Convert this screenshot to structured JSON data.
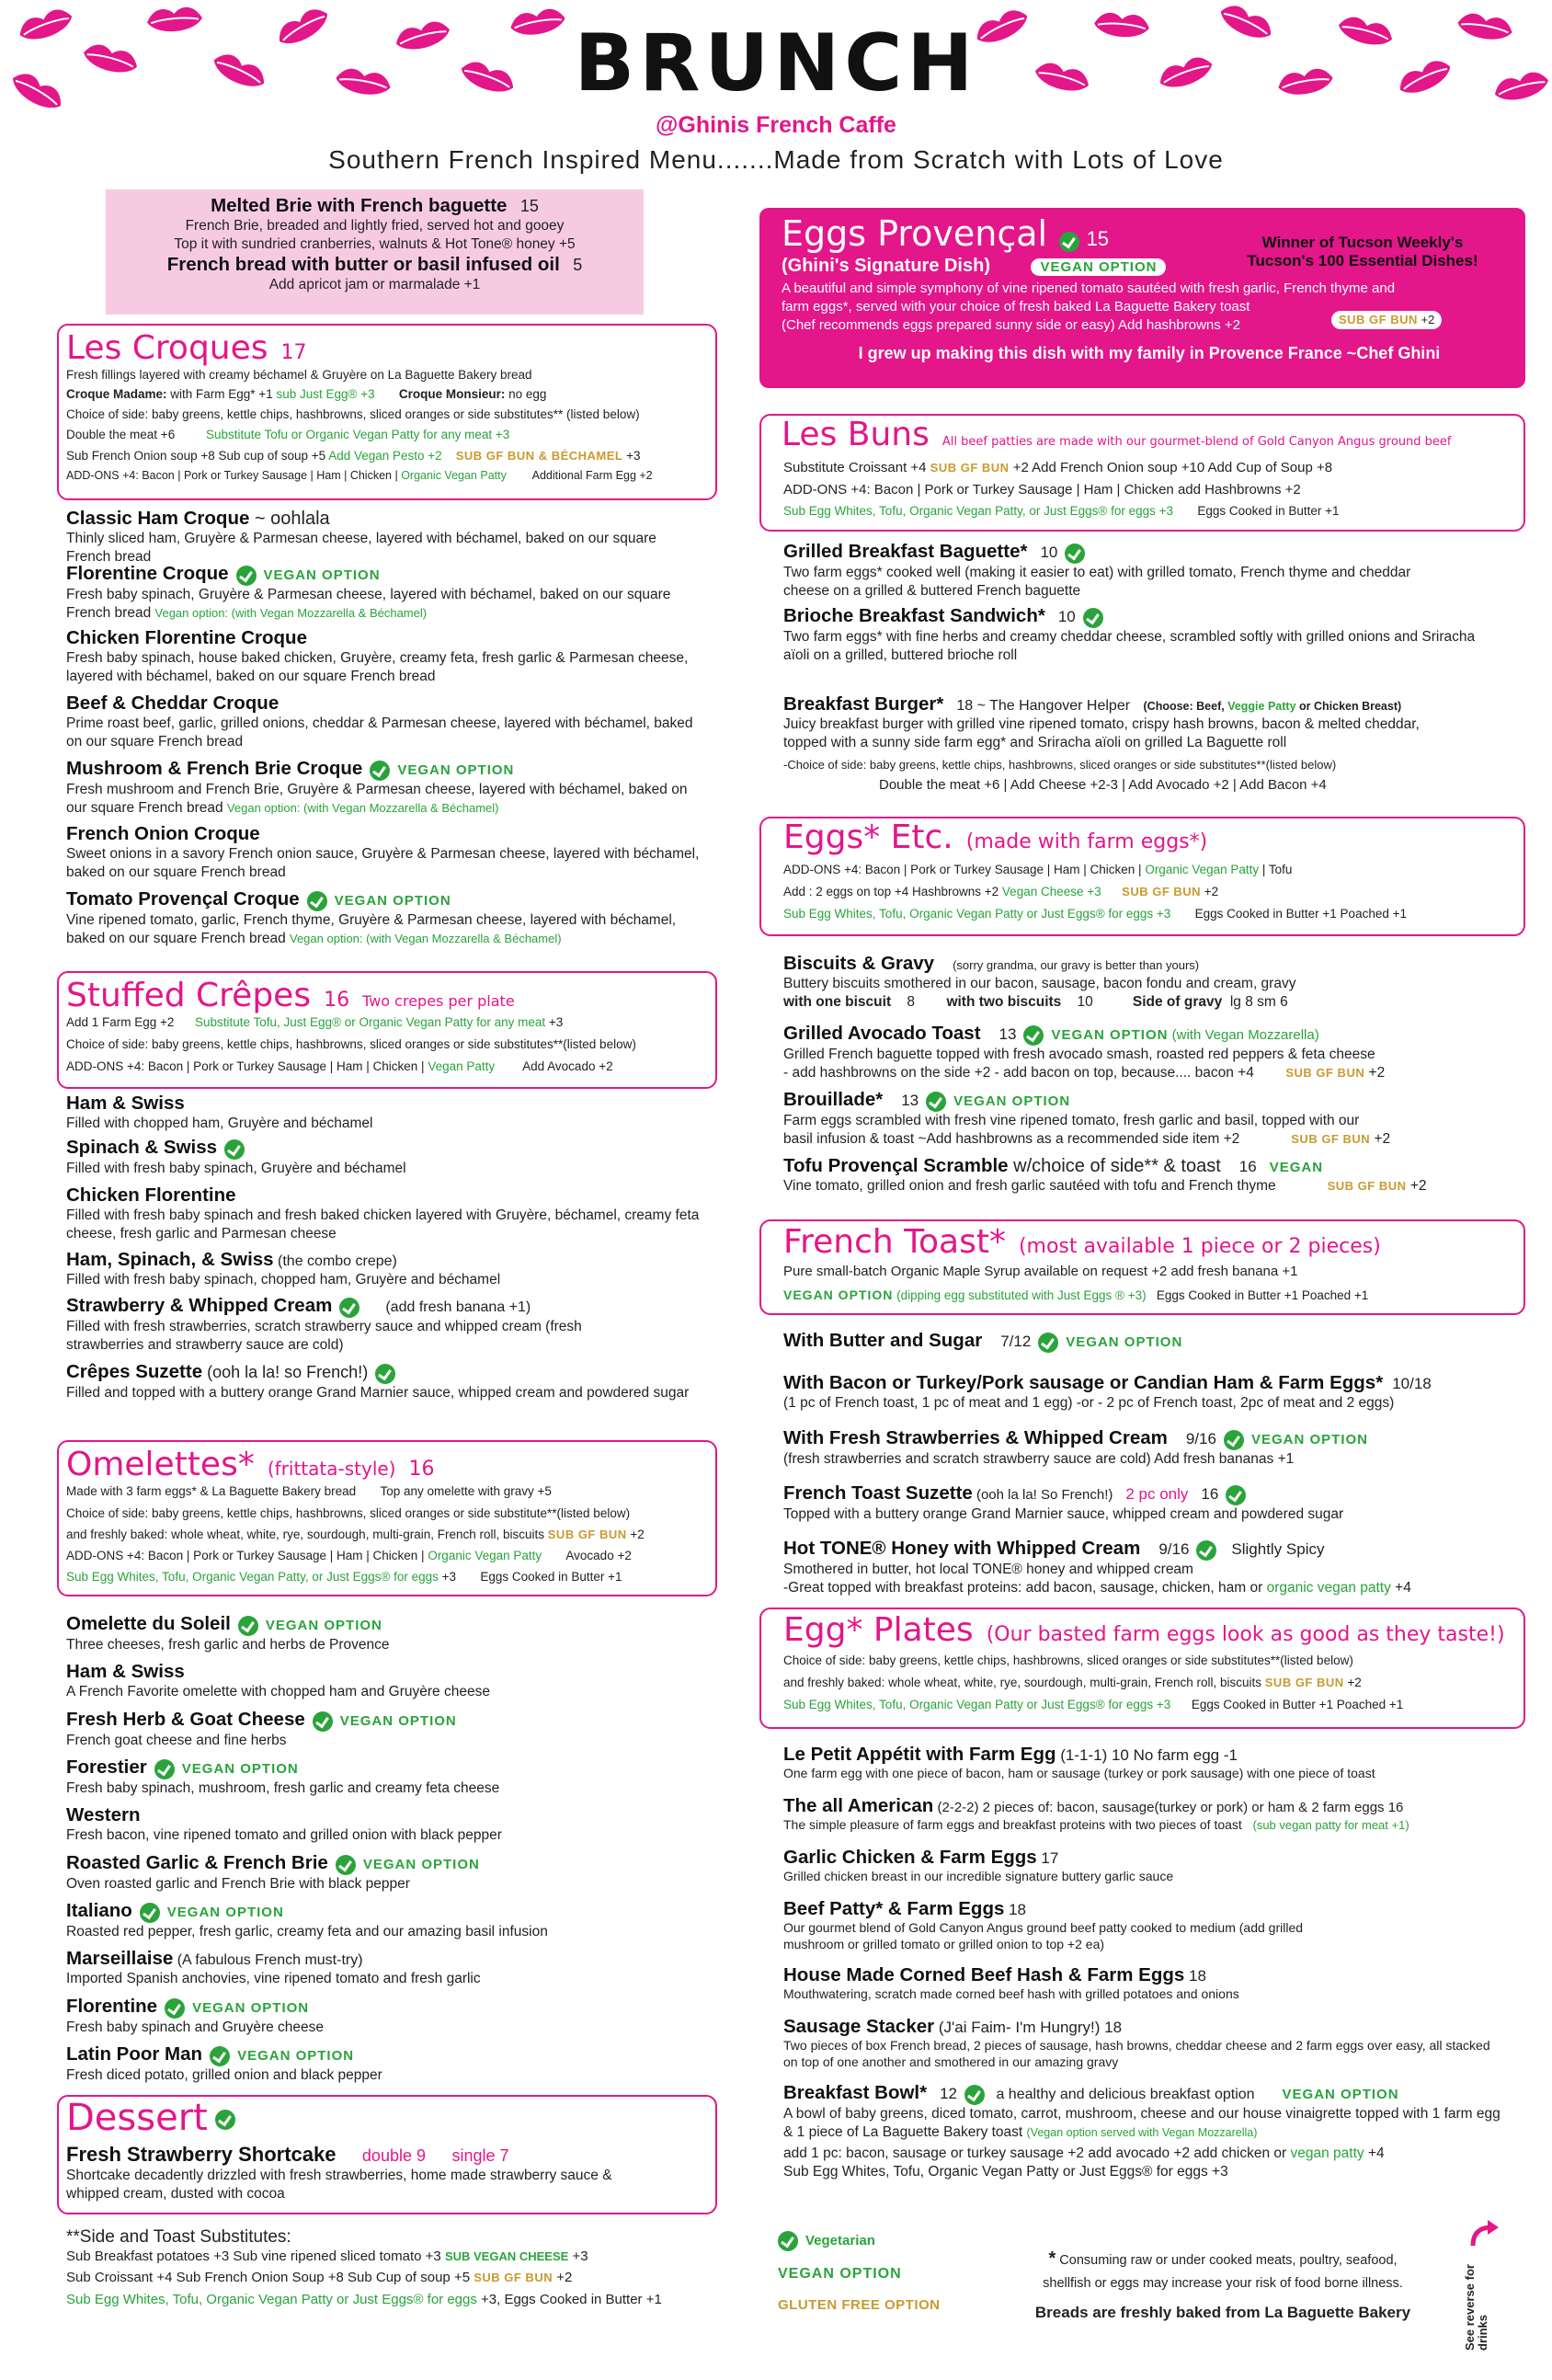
{
  "header": {
    "title": "BRUNCH",
    "subtitle": "@Ghinis French Caffe",
    "tagline": "Southern French Inspired Menu.......Made from Scratch with Lots of Love"
  },
  "colors": {
    "accent": "#e3168a",
    "green": "#2aa33b",
    "gold": "#c99a2e",
    "pink_fill": "#f6cbe2"
  },
  "icons": {
    "vegetarian": "leaf-check-icon",
    "kiss": "lips-icon",
    "reverse": "arrow-icon"
  },
  "starters": {
    "brie_name": "Melted Brie with French baguette",
    "brie_price": "15",
    "brie_desc1": "French Brie, breaded and lightly fried, served hot and gooey",
    "brie_desc2": "Top it with sundried cranberries, walnuts & Hot Tone® honey +5",
    "bread_name": "French bread with butter or basil infused oil",
    "bread_price": "5",
    "bread_desc": "Add apricot jam or marmalade +1"
  },
  "croques": {
    "title": "Les Croques",
    "price": "17",
    "l1": "Fresh fillings layered with creamy béchamel & Gruyère on La Baguette Bakery bread",
    "l2a": "Croque Madame:",
    "l2b": " with Farm Egg* +1 ",
    "l2c": "sub Just Egg® +3",
    "l2d": "Croque Monsieur:",
    "l2e": " no egg",
    "l3": "Choice of side: baby greens, kettle chips, hashbrowns, sliced oranges or side substitutes** (listed below)",
    "l4a": "Double the meat +6",
    "l4b": "Substitute Tofu or Organic Vegan Patty for any meat +3",
    "l5a": "Sub French Onion soup +8    Sub cup of soup +5  ",
    "l5b": "Add Vegan Pesto +2",
    "l5c": "SUB GF BUN & BÉCHAMEL",
    "l5d": " +3",
    "l6a": "ADD-ONS +4: Bacon | Pork or Turkey Sausage | Ham | Chicken | ",
    "l6b": "Organic Vegan Patty",
    "l6c": "Additional Farm Egg +2",
    "items": [
      {
        "name": "Classic Ham Croque",
        "extra": " ~ oohlala",
        "desc": "Thinly sliced ham, Gruyère & Parmesan cheese, layered with béchamel, baked on our square French bread"
      },
      {
        "name": "Florentine Croque",
        "vegan": "VEGAN OPTION",
        "desc": "Fresh baby spinach, Gruyère & Parmesan cheese, layered with béchamel, baked on our square French bread",
        "note": "Vegan option: (with Vegan Mozzarella & Béchamel)"
      },
      {
        "name": "Chicken Florentine Croque",
        "desc": "Fresh baby spinach, house baked chicken, Gruyère, creamy feta, fresh garlic & Parmesan cheese, layered with béchamel, baked on our square French bread"
      },
      {
        "name": "Beef & Cheddar Croque",
        "desc": "Prime roast beef, garlic, grilled onions, cheddar & Parmesan cheese, layered with béchamel, baked on our square French bread"
      },
      {
        "name": "Mushroom & French Brie Croque",
        "vegan": "VEGAN OPTION",
        "desc": "Fresh mushroom and French Brie, Gruyère & Parmesan cheese, layered with béchamel, baked on our square French bread",
        "note": "Vegan option: (with Vegan Mozzarella & Béchamel)"
      },
      {
        "name": "French Onion Croque",
        "desc": "Sweet onions in a savory French onion sauce, Gruyère & Parmesan cheese, layered with béchamel, baked on our square French bread"
      },
      {
        "name": "Tomato Provençal Croque",
        "vegan": "VEGAN OPTION",
        "desc": "Vine ripened tomato, garlic, French thyme, Gruyère & Parmesan cheese, layered with béchamel, baked on our square French bread",
        "note": "Vegan option: (with Vegan Mozzarella & Béchamel)"
      }
    ]
  },
  "crepes": {
    "title": "Stuffed Crêpes",
    "price": "16",
    "note": "Two crepes per plate",
    "l1a": "Add 1 Farm Egg +2",
    "l1b": "Substitute Tofu, Just Egg® or  Organic Vegan Patty for any meat",
    "l1c": " +3",
    "l2": "Choice of side: baby greens, kettle chips, hashbrowns, sliced oranges or side substitutes**(listed below)",
    "l3a": "ADD-ONS +4: Bacon | Pork or Turkey Sausage | Ham | Chicken | ",
    "l3b": "Vegan Patty",
    "l3c": "Add Avocado +2",
    "items": [
      {
        "name": "Ham & Swiss",
        "desc": "Filled with chopped ham, Gruyère and béchamel"
      },
      {
        "name": "Spinach & Swiss",
        "desc": "Filled with fresh baby spinach, Gruyère and béchamel"
      },
      {
        "name": "Chicken Florentine",
        "desc": "Filled with fresh baby spinach and fresh baked chicken layered with Gruyère, béchamel, creamy feta cheese, fresh garlic and Parmesan cheese"
      },
      {
        "name": "Ham, Spinach, & Swiss",
        "extra": " (the combo crepe)",
        "desc": "Filled with fresh baby spinach, chopped ham, Gruyère and béchamel"
      },
      {
        "name": "Strawberry & Whipped Cream",
        "extra": "(add fresh banana +1)",
        "desc": "Filled with fresh strawberries, scratch strawberry sauce and whipped cream (fresh strawberries and strawberry sauce are cold)"
      },
      {
        "name": "Crêpes Suzette",
        "extra": " (ooh la la! so French!)",
        "desc": "Filled and topped with a buttery orange Grand Marnier sauce, whipped cream and powdered sugar"
      }
    ]
  },
  "omelettes": {
    "title": "Omelettes*",
    "sub": "(frittata-style)",
    "price": "16",
    "l1a": "Made with 3 farm eggs* & La Baguette Bakery bread",
    "l1b": "Top any omelette with gravy  +5",
    "l2": "Choice of side: baby greens, kettle chips, hashbrowns, sliced oranges or side substitute**(listed below)",
    "l3a": "and freshly baked: whole wheat, white, rye, sourdough, multi-grain, French roll, biscuits ",
    "l3b": "SUB GF BUN",
    "l3c": " +2",
    "l4a": "ADD-ONS +4: Bacon | Pork or Turkey Sausage | Ham | Chicken | ",
    "l4b": "Organic Vegan Patty",
    "l4c": "Avocado +2",
    "l5a": "Sub Egg Whites, Tofu, Organic Vegan Patty, or Just Eggs® for eggs",
    "l5b": " +3",
    "l5c": "Eggs Cooked in Butter +1",
    "items": [
      {
        "name": "Omelette du Soleil",
        "vegan": "VEGAN OPTION",
        "desc": "Three cheeses, fresh garlic and herbs de Provence"
      },
      {
        "name": "Ham & Swiss",
        "desc": "A French Favorite omelette with chopped ham and Gruyère cheese"
      },
      {
        "name": "Fresh Herb & Goat Cheese",
        "vegan": "VEGAN OPTION",
        "desc": "French goat cheese and fine herbs"
      },
      {
        "name": "Forestier",
        "vegan": "VEGAN OPTION",
        "desc": "Fresh baby spinach, mushroom, fresh garlic and creamy feta cheese"
      },
      {
        "name": "Western",
        "desc": "Fresh bacon, vine ripened tomato and grilled onion with black pepper"
      },
      {
        "name": "Roasted Garlic & French Brie",
        "vegan": "VEGAN OPTION",
        "desc": "Oven roasted garlic and French Brie with black pepper"
      },
      {
        "name": "Italiano",
        "vegan": "VEGAN OPTION",
        "desc": "Roasted red pepper, fresh garlic, creamy feta and our amazing basil infusion"
      },
      {
        "name": "Marseillaise",
        "extra": " (A fabulous French must-try)",
        "desc": "Imported Spanish anchovies, vine ripened tomato and fresh garlic"
      },
      {
        "name": "Florentine",
        "vegan": "VEGAN OPTION",
        "desc": "Fresh baby spinach and Gruyère cheese"
      },
      {
        "name": "Latin Poor Man",
        "vegan": "VEGAN OPTION",
        "desc": "Fresh diced potato, grilled onion and black pepper"
      }
    ]
  },
  "dessert": {
    "title": "Dessert",
    "name": "Fresh Strawberry Shortcake",
    "double": "double  9",
    "single": "single  7",
    "desc": "Shortcake decadently drizzled with fresh strawberries, home made strawberry sauce & whipped cream, dusted with cocoa"
  },
  "substitutes": {
    "title": "**Side and Toast Substitutes:",
    "l1a": "Sub Breakfast potatoes +3    Sub vine ripened sliced tomato +3  ",
    "l1b": "SUB VEGAN CHEESE",
    "l1c": " +3",
    "l2a": "Sub Croissant +4    Sub French Onion Soup +8    Sub Cup of soup +5  ",
    "l2b": "SUB GF BUN",
    "l2c": " +2",
    "l3a": "Sub Egg Whites, Tofu, Organic Vegan Patty or Just Eggs® for eggs",
    "l3b": " +3,  Eggs Cooked in Butter +1"
  },
  "provencal": {
    "title": "Eggs Provençal",
    "price": "15",
    "sig": "(Ghini's Signature Dish)",
    "vegan": "VEGAN OPTION",
    "award1": "Winner of Tucson Weekly's",
    "award2": "Tucson's 100 Essential Dishes!",
    "d1": "A beautiful and simple symphony of vine ripened tomato sautéed with fresh garlic, French thyme and",
    "d2": "farm eggs*, served with your choice of fresh baked La Baguette Bakery toast",
    "d3": "(Chef recommends eggs prepared sunny side or easy)         Add hashbrowns +2",
    "gf": "SUB GF BUN",
    "gfp": " +2",
    "quote": "I grew up making this dish with my family in Provence France ~Chef Ghini"
  },
  "buns": {
    "title": "Les Buns",
    "note": "All beef patties are made with our gourmet-blend of Gold Canyon Angus ground beef",
    "l1a": "Substitute Croissant +4  ",
    "l1b": "SUB GF BUN",
    "l1c": " +2    Add French Onion soup +10    Add Cup of Soup +8",
    "l2": "ADD-ONS +4:  Bacon | Pork or Turkey Sausage | Ham | Chicken      add Hashbrowns +2",
    "l3a": "Sub Egg Whites, Tofu, Organic Vegan Patty, or Just Eggs® for eggs +3",
    "l3b": "Eggs Cooked in Butter +1",
    "items": [
      {
        "name": "Grilled Breakfast Baguette*",
        "price": "10",
        "desc": "Two farm eggs* cooked well (making it easier to eat) with grilled tomato, French thyme and cheddar cheese on a grilled & buttered French baguette"
      },
      {
        "name": "Brioche Breakfast Sandwich*",
        "price": "10",
        "desc": "Two farm eggs* with fine herbs and creamy cheddar cheese, scrambled softly with grilled onions and Sriracha aïoli on a grilled, buttered brioche roll"
      },
      {
        "name": "Breakfast Burger*",
        "price": "18 ~ The Hangover Helper",
        "choose": "(Choose: Beef, ",
        "chooseg": "Veggie Patty",
        "choose2": " or Chicken Breast)",
        "desc": "Juicy breakfast burger with grilled vine ripened tomato, crispy hash browns, bacon & melted cheddar, topped with a sunny side farm egg* and Sriracha aïoli on grilled La Baguette roll",
        "side": "-Choice of side: baby greens, kettle chips, hashbrowns, sliced oranges or side substitutes**(listed below)",
        "extra": "Double the meat +6 | Add Cheese +2-3 | Add Avocado +2 | Add Bacon +4"
      }
    ]
  },
  "eggsetc": {
    "title": "Eggs* Etc.",
    "sub": "(made with farm eggs*)",
    "l1a": "ADD-ONS +4:  Bacon | Pork or Turkey Sausage | Ham | Chicken | ",
    "l1b": "Organic Vegan Patty",
    "l1c": " | Tofu",
    "l2a": "Add :    2 eggs on top +4      Hashbrowns +2      ",
    "l2b": "Vegan Cheese +3",
    "l2c": "SUB GF BUN",
    "l2d": " +2",
    "l3a": "Sub Egg Whites, Tofu, Organic Vegan Patty or Just Eggs® for eggs +3",
    "l3b": "Eggs Cooked in Butter +1      Poached +1",
    "biscuits": "Biscuits & Gravy",
    "bnote": "(sorry grandma, our gravy is better than yours)",
    "bdesc": "Buttery biscuits smothered in our bacon, sausage, bacon fondu and cream, gravy",
    "b1": "with one biscuit",
    "b1p": "8",
    "b2": "with two biscuits",
    "b2p": "10",
    "b3": "Side of gravy",
    "b3p": "lg 8  sm 6",
    "avocado": "Grilled Avocado Toast",
    "avp": "13",
    "avv": "VEGAN OPTION",
    "avvn": " (with Vegan Mozzarella)",
    "avd1": "Grilled French baguette topped with fresh avocado smash, roasted red peppers & feta cheese",
    "avd2": "- add hashbrowns on the side +2     - add bacon on top, because.... bacon +4",
    "avgf": "SUB GF BUN",
    "avgfp": " +2",
    "brou": "Brouillade*",
    "broup": "13",
    "brouv": "VEGAN OPTION",
    "broud1": "Farm eggs scrambled with fresh vine ripened tomato, fresh garlic and basil, topped with our",
    "broud2": "basil infusion & toast      ~Add hashbrowns as a recommended side item +2",
    "brougf": "SUB GF BUN",
    "brougfp": " +2",
    "tofu": "Tofu Provençal Scramble",
    "tofux": " w/choice of side** & toast",
    "tofup": "16",
    "tofuv": "VEGAN",
    "tofud": "Vine tomato, grilled onion and fresh garlic sautéed with tofu and French thyme",
    "tofugf": "SUB GF BUN",
    "tofugfp": " +2"
  },
  "toast": {
    "title": "French Toast*",
    "sub": "(most available 1 piece or 2 pieces)",
    "l1": "Pure small-batch Organic Maple Syrup available on request  +2        add fresh banana  +1",
    "l2a": "VEGAN OPTION",
    "l2b": " (dipping egg substituted with Just Eggs ® +3)",
    "l2c": "Eggs Cooked in Butter +1   Poached +1",
    "i1": "With Butter and Sugar",
    "i1p": "7/12",
    "i1v": "VEGAN OPTION",
    "i2": "With Bacon or Turkey/Pork sausage or Candian Ham & Farm Eggs*",
    "i2p": "10/18",
    "i2d": "(1 pc of French toast, 1 pc of meat and 1 egg)        -or -       2 pc of French toast, 2pc of meat and 2 eggs)",
    "i3": "With Fresh Strawberries & Whipped Cream",
    "i3p": "9/16",
    "i3v": "VEGAN OPTION",
    "i3d": "(fresh strawberries and scratch strawberry sauce are cold)                 Add fresh bananas +1",
    "i4": "French Toast Suzette",
    "i4x": " (ooh la la! So French!)",
    "i4o": "2 pc only",
    "i4p": "16",
    "i4d": "Topped with a buttery orange Grand Marnier sauce, whipped cream and powdered sugar",
    "i5": "Hot TONE® Honey with Whipped Cream",
    "i5p": "9/16",
    "i5x": "Slightly Spicy",
    "i5d1": "Smothered in butter, hot local TONE® honey and whipped cream",
    "i5d2a": "-Great topped with breakfast proteins: add bacon, sausage, chicken, ham or ",
    "i5d2b": "organic vegan patty",
    "i5d2c": " +4"
  },
  "plates": {
    "title": "Egg* Plates",
    "sub": "(Our basted farm eggs look as good as they taste!)",
    "l1": "Choice of side: baby greens, kettle chips, hashbrowns, sliced oranges or side substitutes**(listed below)",
    "l2a": "and freshly baked: whole wheat, white, rye, sourdough, multi-grain, French roll, biscuits  ",
    "l2b": "SUB GF BUN",
    "l2c": " +2",
    "l3a": "Sub Egg Whites, Tofu, Organic Vegan Patty or Just Eggs® for eggs +3",
    "l3b": "Eggs Cooked in Butter +1    Poached +1",
    "items": [
      {
        "name": "Le Petit Appétit with Farm Egg",
        "extra": " (1-1-1)     10       No farm egg  -1",
        "desc": "One farm egg with one piece of bacon, ham or sausage (turkey or pork sausage) with one piece of toast"
      },
      {
        "name": "The all American",
        "extra": " (2-2-2) 2 pieces of: bacon, sausage(turkey or pork) or ham & 2 farm eggs   16",
        "desc": "The simple pleasure of farm eggs and breakfast proteins with two pieces of toast",
        "note": "(sub vegan patty for meat +1)"
      },
      {
        "name": "Garlic Chicken & Farm Eggs",
        "extra": "    17",
        "desc": "Grilled chicken breast in our incredible signature buttery garlic sauce"
      },
      {
        "name": "Beef Patty* & Farm Eggs",
        "extra": "    18",
        "desc": "Our gourmet blend of Gold Canyon Angus ground beef patty cooked to medium (add grilled mushroom or grilled tomato or grilled onion to top +2 ea)"
      },
      {
        "name": "House Made Corned Beef Hash & Farm Eggs",
        "extra": "    18",
        "desc": "Mouthwatering, scratch made corned beef hash with grilled potatoes and onions"
      },
      {
        "name": "Sausage Stacker",
        "extra": " (J'ai Faim- I'm Hungry!)      18",
        "desc": "Two pieces of box French bread, 2 pieces of sausage, hash browns, cheddar cheese and 2 farm eggs over easy, all stacked on top of one another and smothered in our amazing gravy"
      }
    ],
    "bowl": "Breakfast Bowl*",
    "bowlp": "12",
    "bowlx": " a healthy and delicious breakfast option",
    "bowlv": "VEGAN OPTION",
    "bowld": "A bowl of baby greens, diced tomato, carrot, mushroom, cheese and our house vinaigrette topped with 1 farm egg & 1 piece of La Baguette Bakery toast",
    "bowln": "(Vegan option served with Vegan Mozzarella)",
    "bowl2a": "add 1 pc: bacon, sausage or turkey sausage +2     add avocado +2     add chicken or ",
    "bowl2b": "vegan patty",
    "bowl2c": " +4",
    "bowl3": "Sub Egg Whites, Tofu, Organic Vegan Patty or Just Eggs® for eggs +3"
  },
  "legend": {
    "veg": "Vegetarian",
    "vegan": "VEGAN OPTION",
    "gf": "GLUTEN FREE OPTION",
    "warn1": "Consuming raw or under cooked meats, poultry, seafood,",
    "warn2": "shellfish or eggs may increase your risk of food borne illness.",
    "bread": "Breads are freshly baked from La Baguette Bakery",
    "reverse": "See reverse for drinks"
  }
}
